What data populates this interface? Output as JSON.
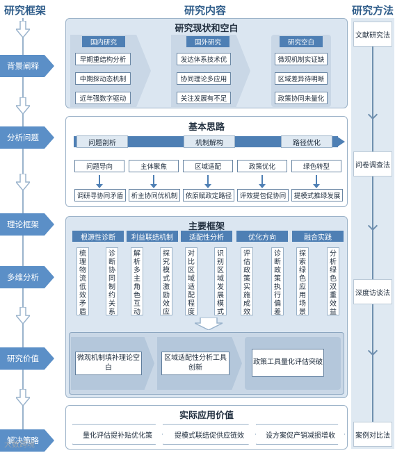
{
  "headers": {
    "left": "研究框架",
    "middle": "研究内容",
    "right": "研究方法"
  },
  "left_nodes": [
    {
      "label": "背景阐释"
    },
    {
      "label": "分析问题"
    },
    {
      "label": "理论框架"
    },
    {
      "label": "多维分析"
    },
    {
      "label": "研究价值"
    },
    {
      "label": "解决策略"
    }
  ],
  "methods": [
    "文献研究法",
    "问卷调查法",
    "深度访谈法",
    "案例对比法"
  ],
  "section1": {
    "title": "研究现状和空白",
    "groups": [
      {
        "tag": "国内研究",
        "items": [
          "早期重结构分析",
          "中期探动态机制",
          "近年强数字驱动"
        ]
      },
      {
        "tag": "国外研究",
        "items": [
          "发达体系技术优",
          "协同理论多应用",
          "关注发展有不足"
        ]
      },
      {
        "tag": "研究空白",
        "items": [
          "微观机制实证缺",
          "区域差异待明晰",
          "政策协同未量化"
        ]
      }
    ]
  },
  "section2": {
    "title": "基本思路",
    "stages": [
      "问题剖析",
      "机制解构",
      "路径优化"
    ],
    "row1": [
      "问题导向",
      "主体聚焦",
      "区域适配",
      "政策优化",
      "绿色转型"
    ],
    "row2": [
      "调研寻协同矛盾",
      "析主协同优机制",
      "依原赋政定路径",
      "评效提包促协同",
      "提模式推绿发展"
    ]
  },
  "section3": {
    "title": "主要框架",
    "columns": [
      {
        "head": "根源性诊断",
        "texts": [
          "梳理物流低效矛盾",
          "诊断协同制约关系"
        ]
      },
      {
        "head": "利益联结机制",
        "texts": [
          "解析多主角色互动",
          "探究模式激励效应"
        ]
      },
      {
        "head": "适配性分析",
        "texts": [
          "对比区域适配程度",
          "识别区域发展模式"
        ]
      },
      {
        "head": "优化方向",
        "texts": [
          "评估政策实施成效",
          "诊断政策执行偏差"
        ]
      },
      {
        "head": "融合实践",
        "texts": [
          "探索绿色应用场景",
          "分析绿色双重效益"
        ]
      }
    ],
    "results": [
      "微观机制填补理论空白",
      "区域适配性分析工具创新",
      "政策工具量化评估突破"
    ]
  },
  "section4": {
    "title": "实际应用价值",
    "items": [
      "量化评估提补贴优化策",
      "提模式联结促供应链效",
      "设方案促产销减损增收"
    ]
  },
  "watermark": "大数跨境",
  "colors": {
    "accent": "#4e7fb4",
    "panel": "#dbe6f1",
    "node": "#5b8fc7",
    "title": "#2f5d8a"
  }
}
